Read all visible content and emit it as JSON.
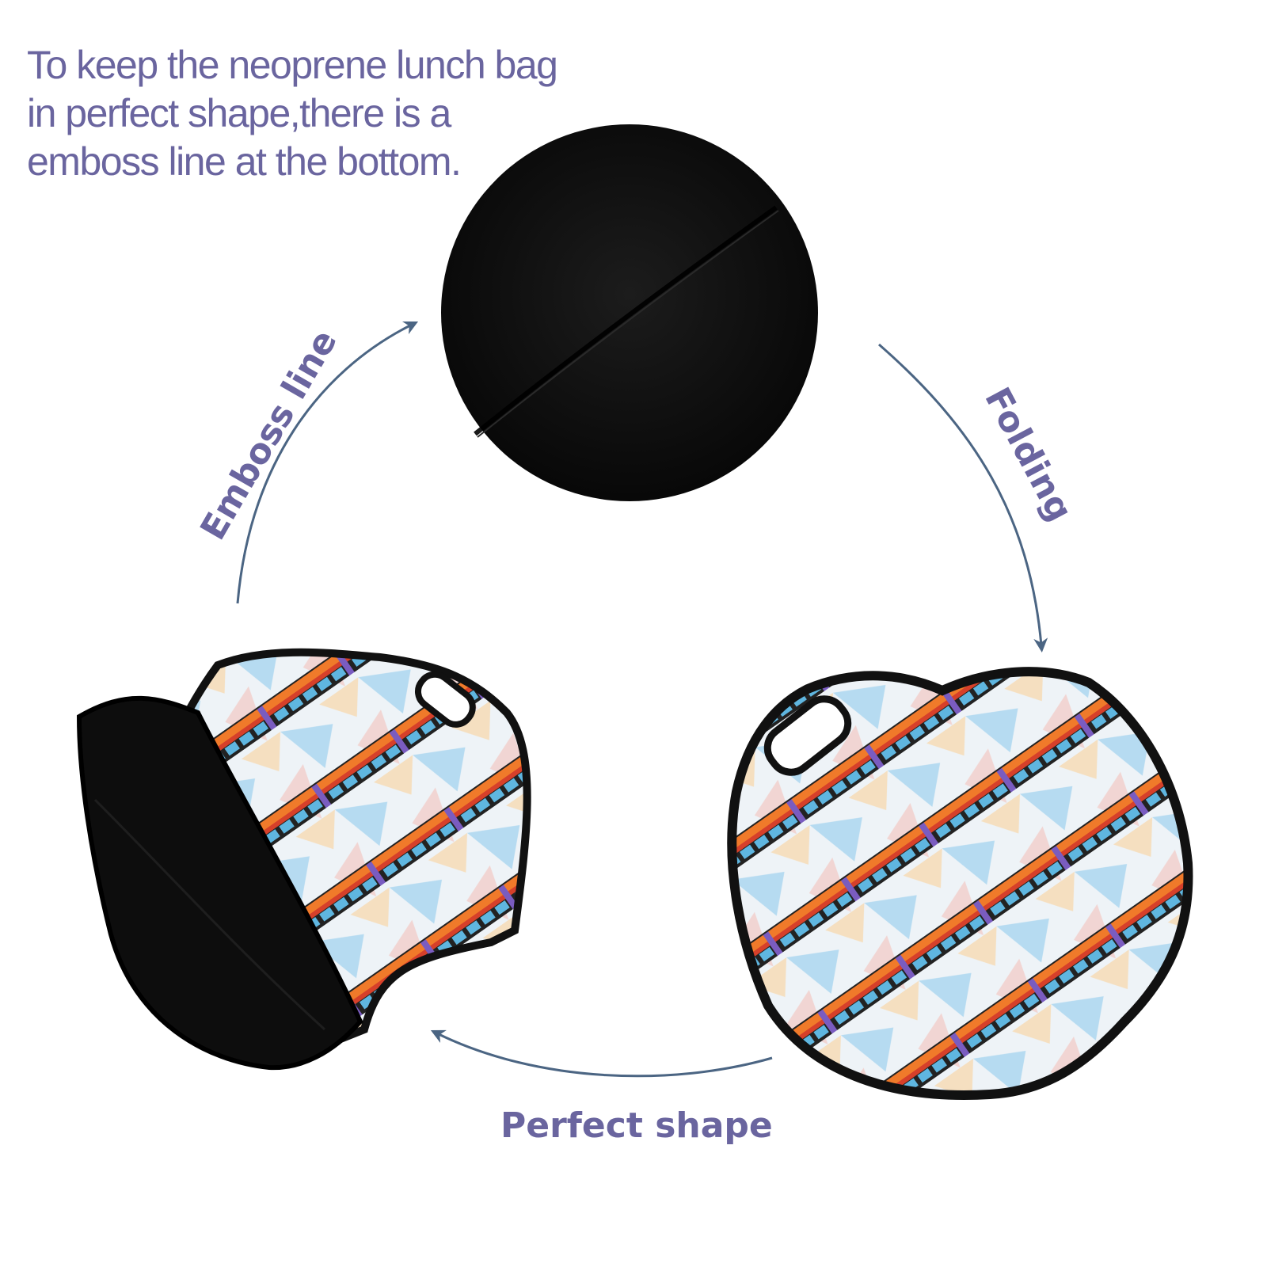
{
  "intro": {
    "lines": [
      "To keep the neoprene lunch bag",
      "in perfect shape,there is a",
      "emboss line at the bottom."
    ]
  },
  "labels": {
    "emboss": "Emboss line",
    "folding": "Folding",
    "perfect": "Perfect shape"
  },
  "icons": {
    "bag_bottom": "neoprene-bottom-closeup",
    "bag_folded": "folded-lunch-bag",
    "bag_shaped": "shaped-lunch-bag"
  },
  "colors": {
    "text": "#6a659f",
    "arrow": "#4b6583",
    "neoprene": "#0c0c0c",
    "print_blue": "#5fb6e0",
    "print_orange": "#f07a2a",
    "print_red": "#d6402a",
    "print_purple": "#7a5cc0"
  }
}
